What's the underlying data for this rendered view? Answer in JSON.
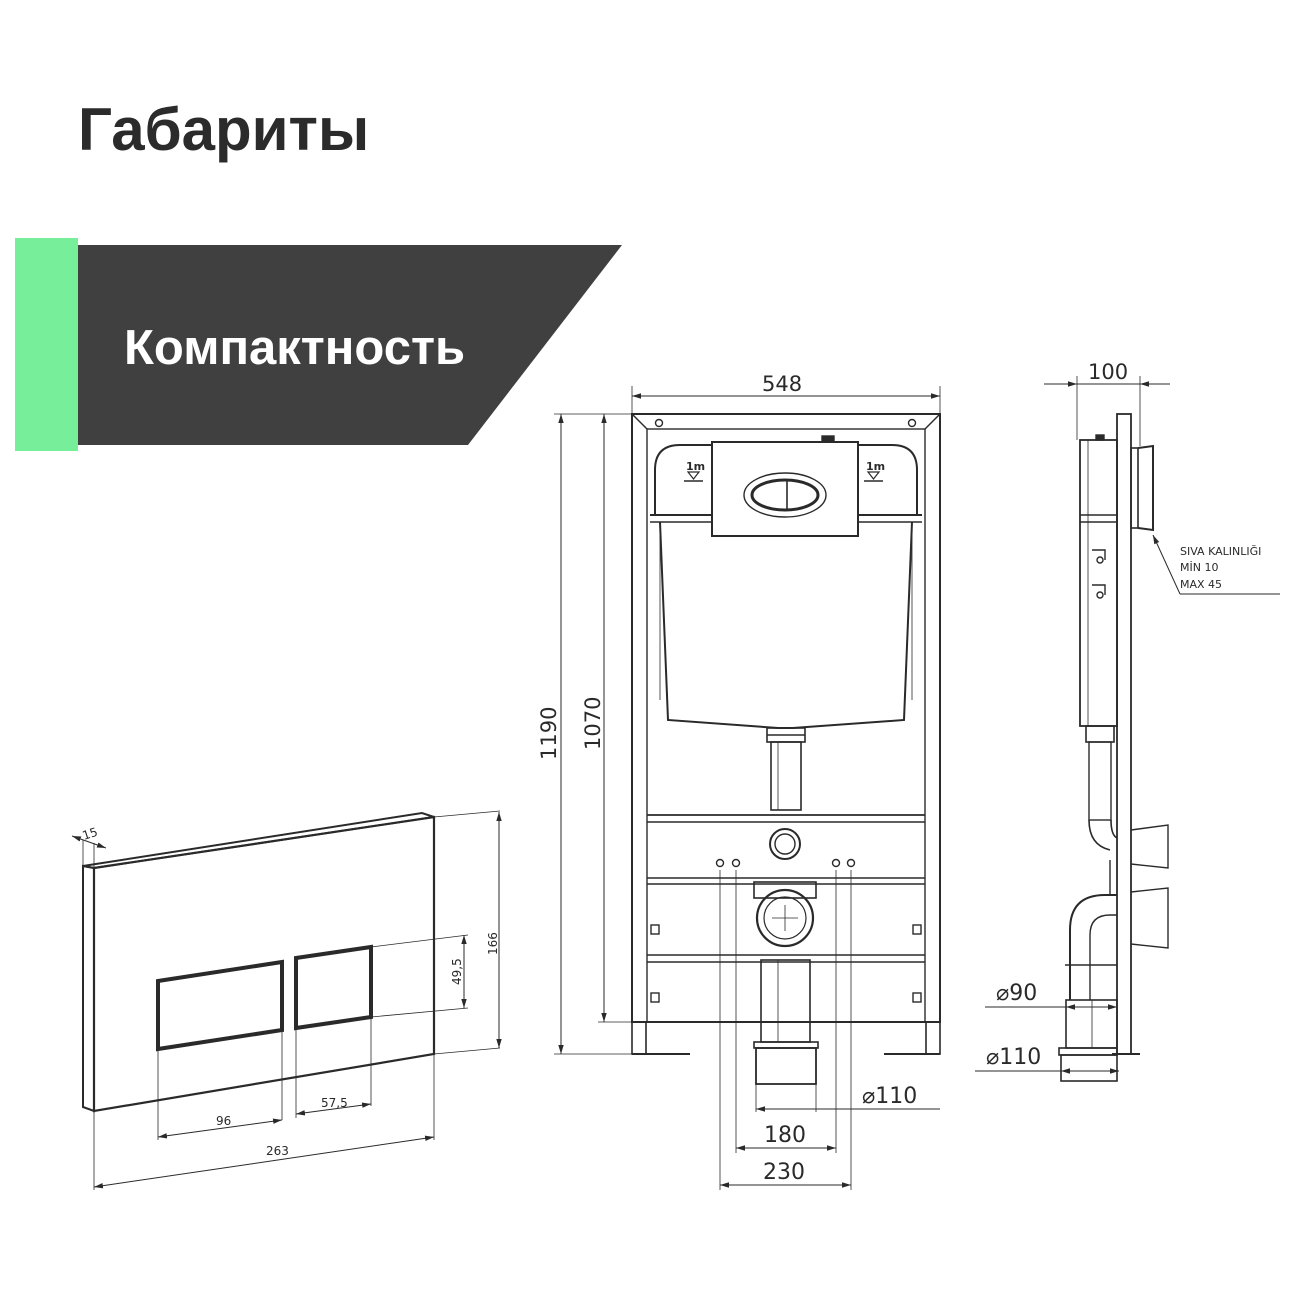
{
  "header": {
    "title": "Габариты"
  },
  "banner": {
    "label": "Компактность",
    "accent_color": "#77ee9a",
    "background_color": "#404040",
    "text_color": "#ffffff"
  },
  "flush_plate": {
    "dimensions": {
      "thickness": "15",
      "height": "166",
      "button_height": "49,5",
      "button_left_width": "96",
      "button_right_width": "57,5",
      "total_width": "263"
    }
  },
  "frame_front": {
    "dimensions": {
      "width": "548",
      "total_height": "1190",
      "frame_height": "1070",
      "outlet_diameter": "⌀110",
      "outlet_spacing": "180",
      "foot_spacing": "230"
    },
    "markings": {
      "level_mark": "1m"
    }
  },
  "frame_side": {
    "dimensions": {
      "depth": "100",
      "pipe_diameter_small": "⌀90",
      "pipe_diameter_large": "⌀110"
    },
    "note": {
      "line1": "SIVA KALINLIĞI",
      "line2": "MİN  10",
      "line3": "MAX 45"
    }
  },
  "colors": {
    "line": "#2a2a2a"
  }
}
